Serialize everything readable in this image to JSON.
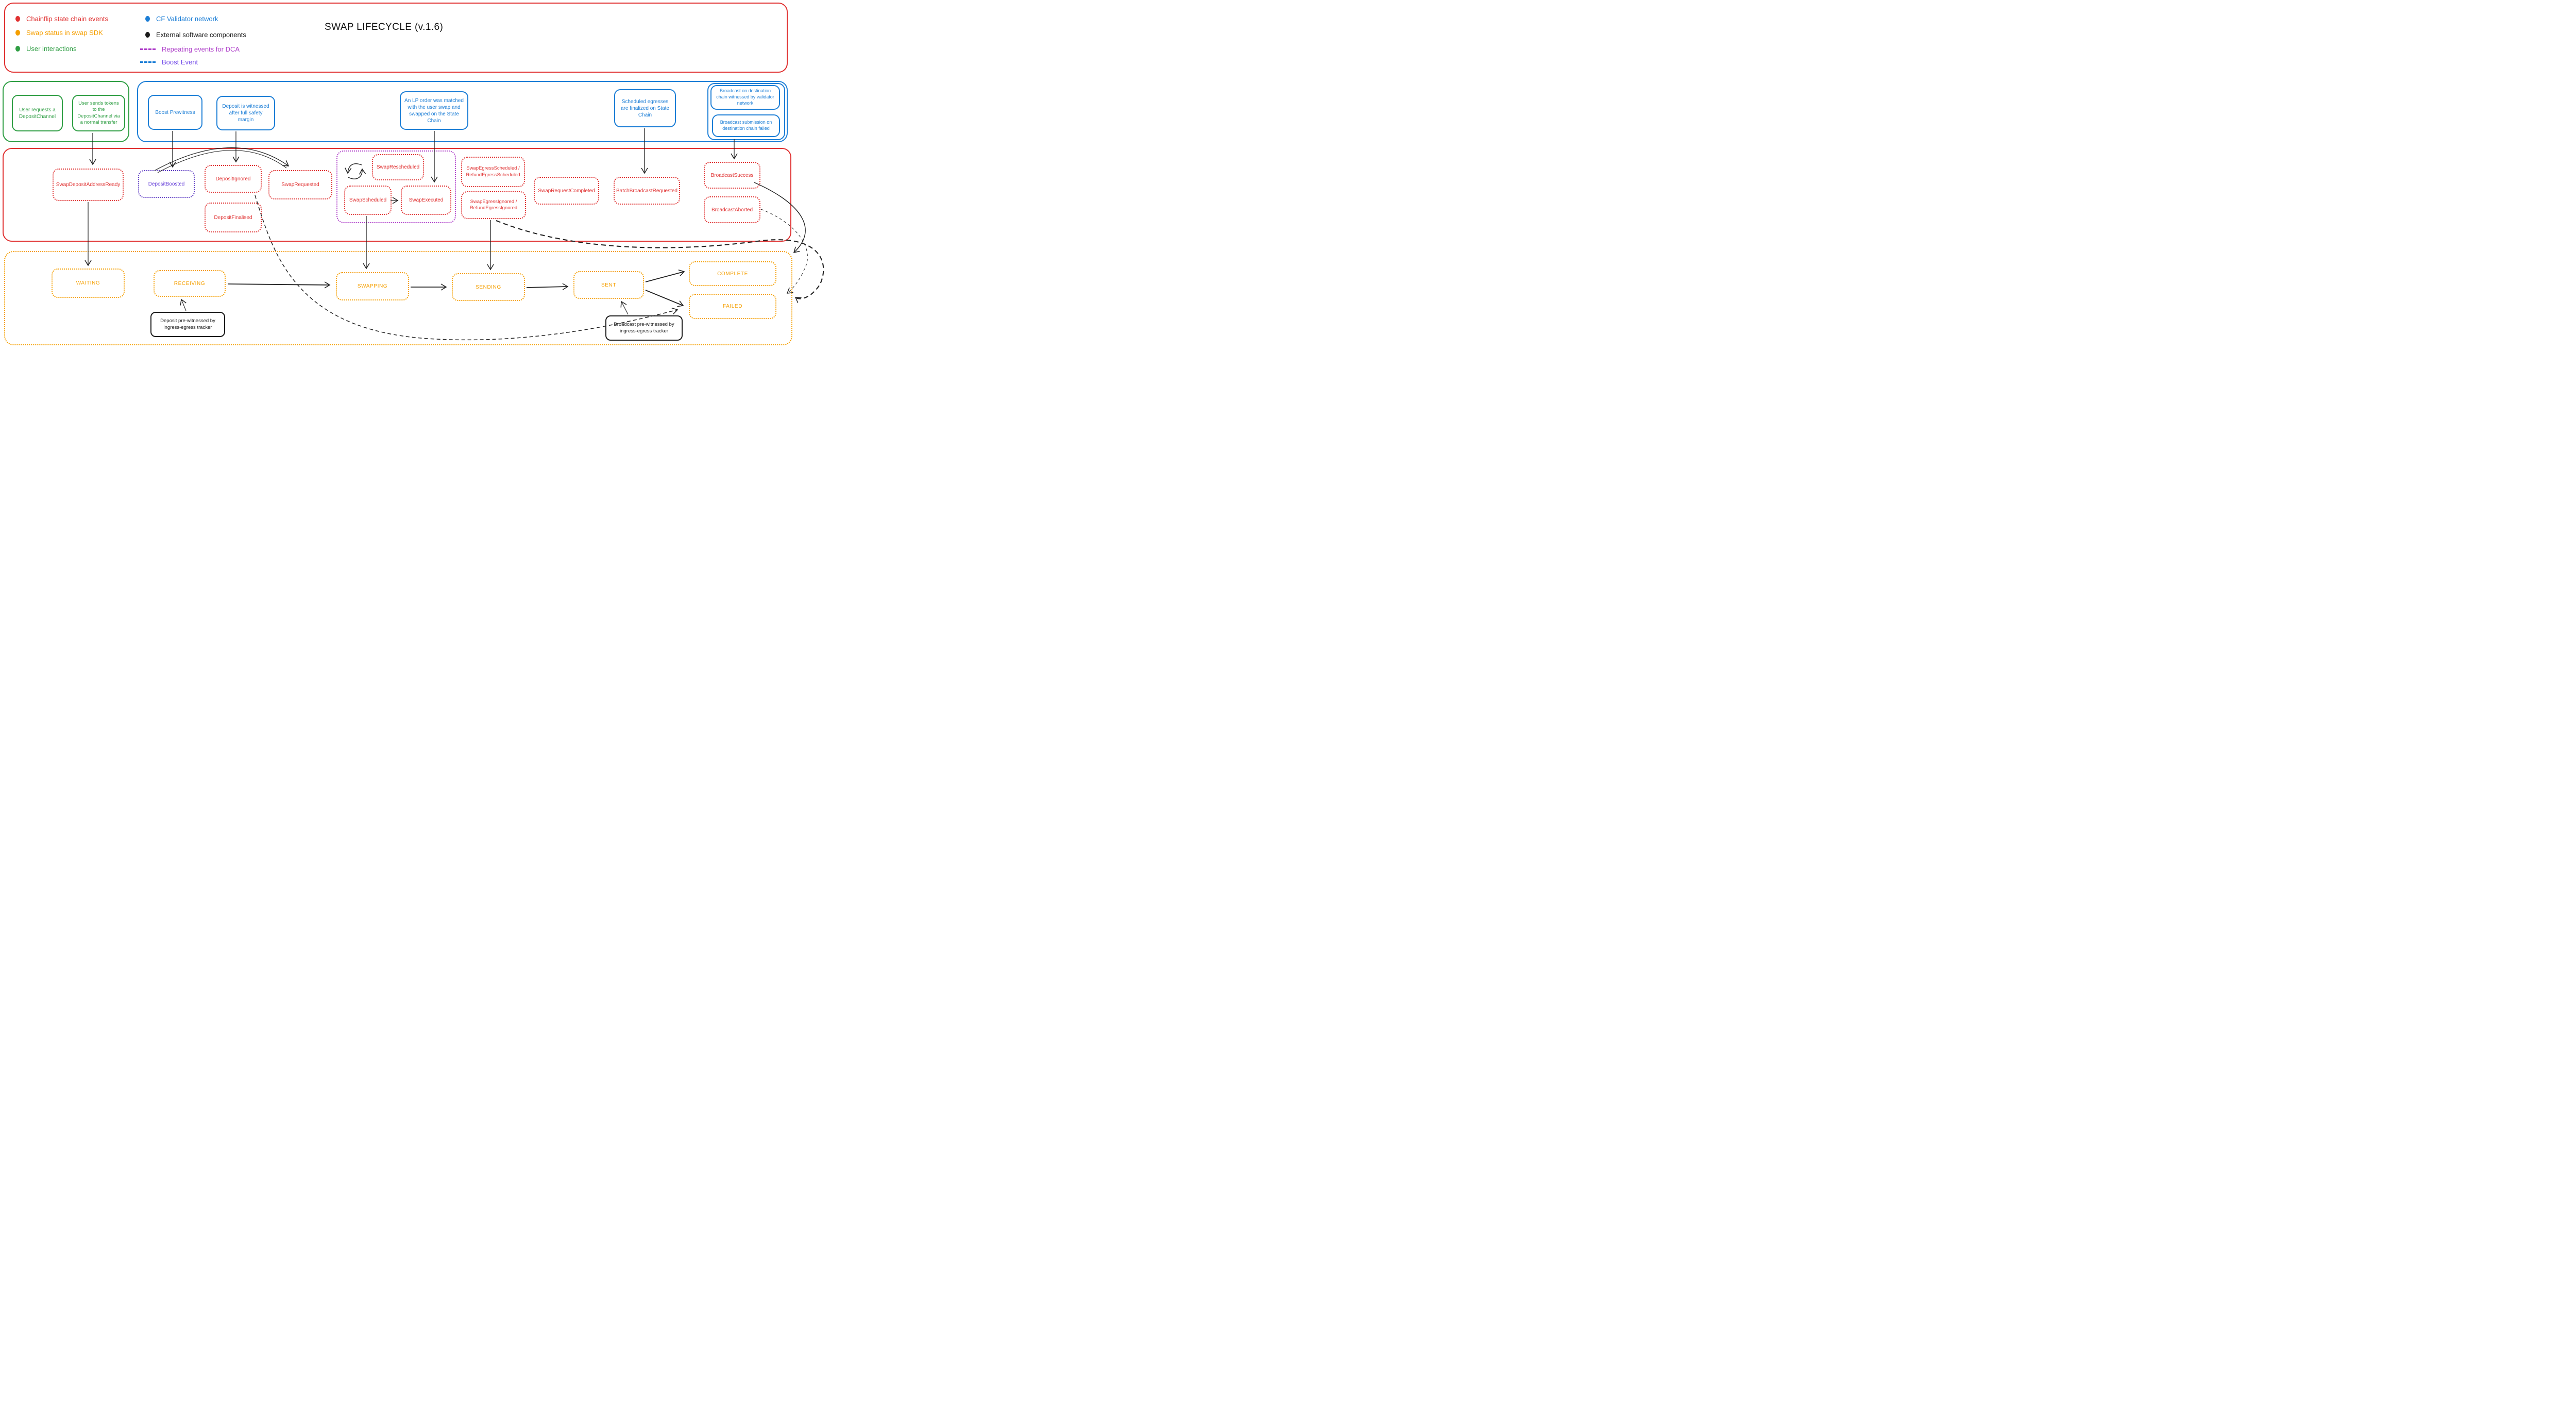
{
  "title": "SWAP LIFECYCLE (v.1.6)",
  "legend": {
    "items": [
      {
        "label": "Chainflip state chain events",
        "color": "#e03131",
        "marker": "dot"
      },
      {
        "label": "Swap status in swap SDK",
        "color": "#f59f00",
        "marker": "dot"
      },
      {
        "label": "User interactions",
        "color": "#2f9e44",
        "marker": "dot"
      },
      {
        "label": "CF Validator network",
        "color": "#1c7ed6",
        "marker": "dot"
      },
      {
        "label": "External software components",
        "color": "#1a1a1a",
        "marker": "dot"
      },
      {
        "label": "Repeating events for DCA",
        "color": "#ae3ec9",
        "marker": "dash",
        "line_color": "#ae3ec9"
      },
      {
        "label": "Boost Event",
        "color": "#7048e8",
        "marker": "dash",
        "line_color": "#1c7ed6"
      }
    ]
  },
  "nodes": {
    "user_requests": {
      "label": "User requests a DepositChannel"
    },
    "user_sends": {
      "label": "User sends tokens to the DepositChannel via a normal transfer"
    },
    "boost_prewitness": {
      "label": "Boost Prewitness"
    },
    "deposit_witnessed": {
      "label": "Deposit is witnessed after full safety margin"
    },
    "lp_order_matched": {
      "label": "An LP order was matched with the user swap and swapped on the State Chain"
    },
    "scheduled_egresses": {
      "label": "Scheduled egresses are finalized on State Chain"
    },
    "broadcast_witnessed": {
      "label": "Broadcast on destination chain witnessed  by validator network"
    },
    "broadcast_failed": {
      "label": "Broadcast submission on destination chain failed"
    },
    "swap_deposit_address_ready": {
      "label": "SwapDepositAddressReady"
    },
    "deposit_boosted": {
      "label": "DepositBoosted"
    },
    "deposit_ignored": {
      "label": "DepositIgnored"
    },
    "deposit_finalised": {
      "label": "DepositFinalised"
    },
    "swap_requested": {
      "label": "SwapRequested"
    },
    "swap_rescheduled": {
      "label": "SwapRescheduled"
    },
    "swap_scheduled": {
      "label": "SwapScheduled"
    },
    "swap_executed": {
      "label": "SwapExecuted"
    },
    "swap_egress_scheduled": {
      "label": "SwapEgressScheduled / RefundEgressScheduled"
    },
    "swap_egress_ignored": {
      "label": "SwapEgressIgnored / RefundEgressIgnored"
    },
    "swap_request_completed": {
      "label": "SwapRequestCompleted"
    },
    "batch_broadcast_requested": {
      "label": "BatchBroadcastRequested"
    },
    "broadcast_success": {
      "label": "BroadcastSuccess"
    },
    "broadcast_aborted": {
      "label": "BroadcastAborted"
    },
    "waiting": {
      "label": "WAITING"
    },
    "receiving": {
      "label": "RECEIVING"
    },
    "swapping": {
      "label": "SWAPPING"
    },
    "sending": {
      "label": "SENDING"
    },
    "sent": {
      "label": "SENT"
    },
    "complete": {
      "label": "COMPLETE"
    },
    "failed": {
      "label": "FAILED"
    },
    "deposit_prewitnessed_tracker": {
      "label": "Deposit pre-witnessed by ingress-egress tracker"
    },
    "broadcast_prewitnessed_tracker": {
      "label": "Broadcast pre-witnessed by ingress-egress tracker"
    }
  },
  "colors": {
    "state_chain_events": "#e03131",
    "sdk_status": "#f59f00",
    "user_interactions": "#2f9e44",
    "validator_network": "#1c7ed6",
    "external_components": "#1a1a1a",
    "dca_repeating": "#ae3ec9",
    "boost_event_line": "#1c7ed6",
    "boost_event_text": "#7048e8"
  }
}
